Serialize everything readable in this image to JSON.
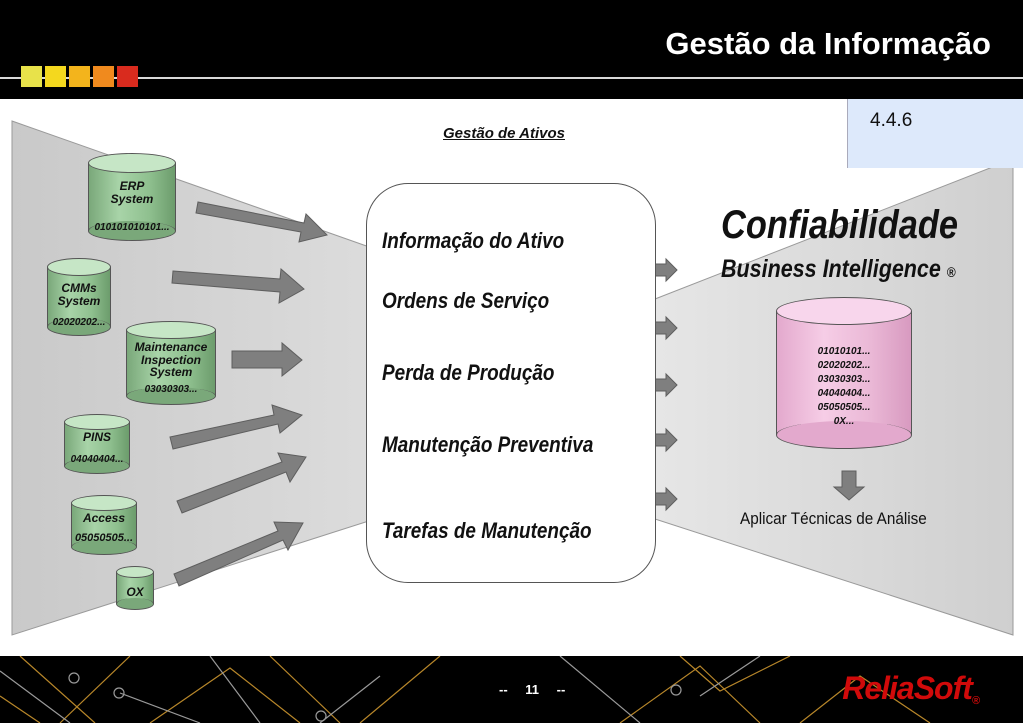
{
  "header": {
    "title": "Gestão da Informação",
    "squares": [
      "#e8e24a",
      "#f4d81e",
      "#f3b41c",
      "#f08a1e",
      "#d92b1e"
    ]
  },
  "subtitle": "Gestão de Ativos",
  "version_box": {
    "text": "4.4.6",
    "color": "#dde9fb"
  },
  "source_systems": [
    {
      "name": "ERP\nSystem",
      "data": "010101010101..."
    },
    {
      "name": "CMMs\nSystem",
      "data": "02020202..."
    },
    {
      "name": "Maintenance\nInspection\nSystem",
      "data": "03030303..."
    },
    {
      "name": "PINS",
      "data": "04040404..."
    },
    {
      "name": "Access",
      "data": "05050505..."
    },
    {
      "name": "OX",
      "data": ""
    }
  ],
  "center_items": [
    "Informação do Ativo",
    "Ordens de Serviço",
    "Perda de Produção",
    "Manutenção Preventiva",
    "Tarefas  de Manutenção"
  ],
  "right_panel": {
    "title": "Confiabilidade",
    "subtitle": "Business Intelligence",
    "reg_mark": "®",
    "database_lines": [
      "01010101...",
      "02020202...",
      "03030303...",
      "04040404...",
      "05050505...",
      "0X..."
    ],
    "action_label": "Aplicar Técnicas de Análise"
  },
  "footer": {
    "dash_left": "--",
    "page_number": "11",
    "dash_right": "--",
    "logo_text": "ReliaSoft",
    "logo_reg": "®",
    "logo_color": "#d10a0a"
  },
  "colors": {
    "green_cylinder": "#a8d4a8",
    "pink_cylinder": "#f6cde6",
    "arrow_gray": "#7f7f7f",
    "panel_gray": "#cfcfcf"
  }
}
